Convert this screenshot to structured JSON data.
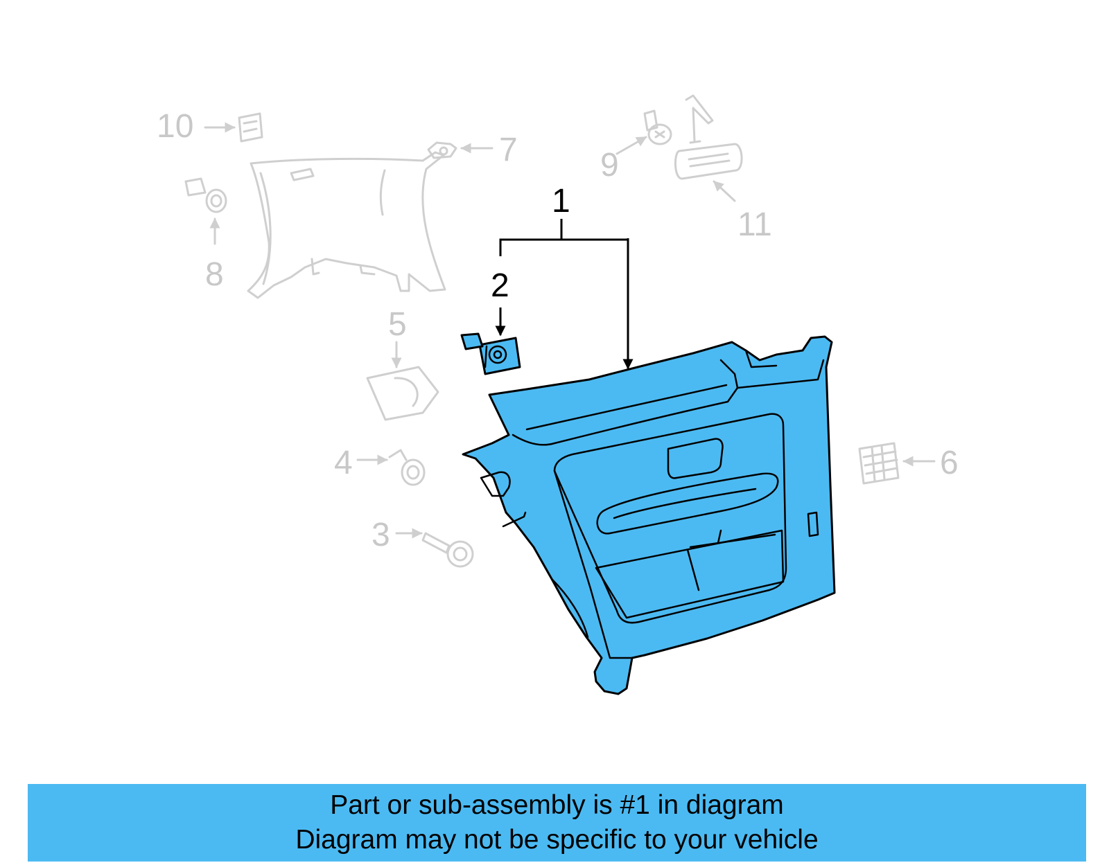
{
  "colors": {
    "highlight": "#4cbaf2",
    "ghost": "#c8c8c8",
    "outline": "#000000"
  },
  "callouts": {
    "c1": "1",
    "c2": "2",
    "c3": "3",
    "c4": "4",
    "c5": "5",
    "c6": "6",
    "c7": "7",
    "c8": "8",
    "c9": "9",
    "c10": "10",
    "c11": "11"
  },
  "banner": {
    "line1": "Part or sub-assembly is #1 in diagram",
    "line2": "Diagram may not be specific to your vehicle"
  }
}
